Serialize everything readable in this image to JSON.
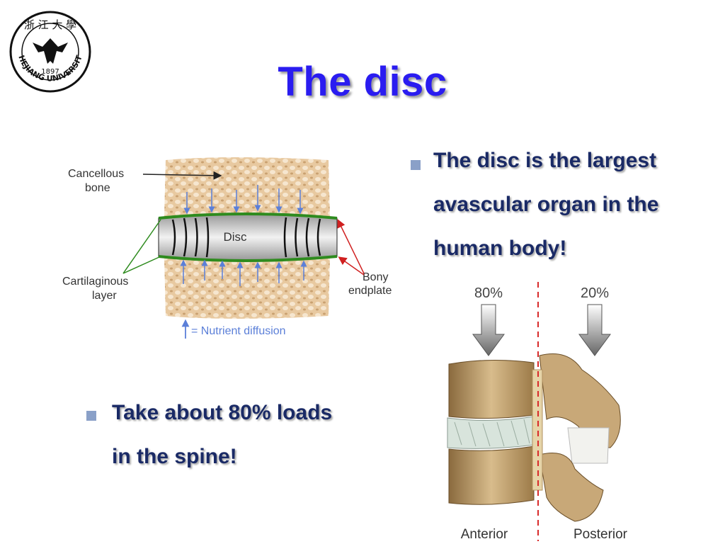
{
  "logo": {
    "text_top": "浙 江 大 學",
    "year": "1897",
    "text_bottom": "ZHEJIANG UNIVERSITY"
  },
  "title": "The disc",
  "bullet1": {
    "line1": "The disc is the largest",
    "line2": "avascular organ in the",
    "line3": "human body!"
  },
  "bullet2": {
    "line1": "Take about 80% loads",
    "line2": "in the spine!"
  },
  "disc_figure": {
    "label_cancellous_1": "Cancellous",
    "label_cancellous_2": "bone",
    "label_disc": "Disc",
    "label_cartilaginous_1": "Cartilaginous",
    "label_cartilaginous_2": "layer",
    "label_bony_1": "Bony",
    "label_bony_2": "endplate",
    "legend": "= Nutrient diffusion"
  },
  "spine_figure": {
    "label_anterior_pct": "80%",
    "label_posterior_pct": "20%",
    "label_anterior": "Anterior",
    "label_posterior": "Posterior"
  },
  "colors": {
    "title": "#2a1cf0",
    "bullet_text": "#1a2a66",
    "green_layer": "#2e8b1e",
    "red_arrow": "#d02020",
    "nutrient_arrow": "#5b7fd8"
  }
}
